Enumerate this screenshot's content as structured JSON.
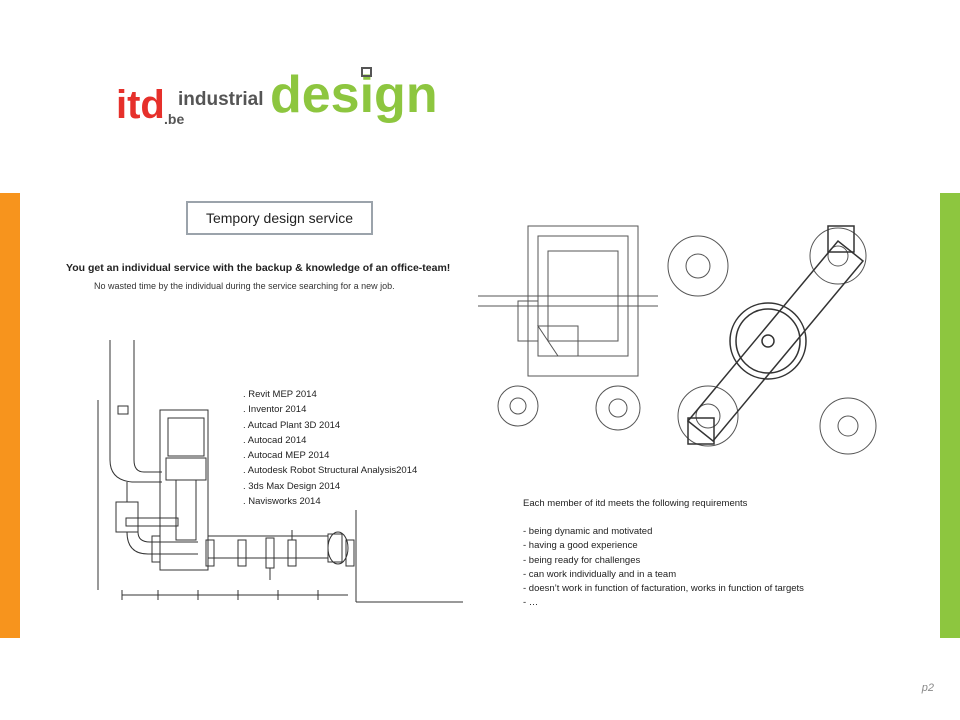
{
  "logo": {
    "itd": "itd",
    "be": ".be",
    "industrial": "industrial",
    "design": "design"
  },
  "colors": {
    "orange": "#f7941d",
    "green": "#8dc63f",
    "red_brand": "#e6302b",
    "logo_gray": "#555555"
  },
  "title": "Tempory design service",
  "headline": "You get an individual service with the backup & knowledge of an office-team!",
  "subline": "No wasted time by the individual  during the service searching for a new job.",
  "software": [
    ". Revit MEP 2014",
    ". Inventor 2014",
    ". Autcad Plant 3D 2014",
    ". Autocad 2014",
    ". Autocad MEP 2014",
    ". Autodesk Robot Structural Analysis2014",
    ". 3ds Max Design 2014",
    ". Navisworks 2014"
  ],
  "requirements": {
    "intro": "Each member of itd meets the following requirements",
    "items": [
      "- being dynamic and motivated",
      "- having a good experience",
      "- being ready for challenges",
      "- can work individually and in a team",
      "- doesn’t work in function of facturation, works in function of targets",
      "- …"
    ]
  },
  "page": "p2"
}
